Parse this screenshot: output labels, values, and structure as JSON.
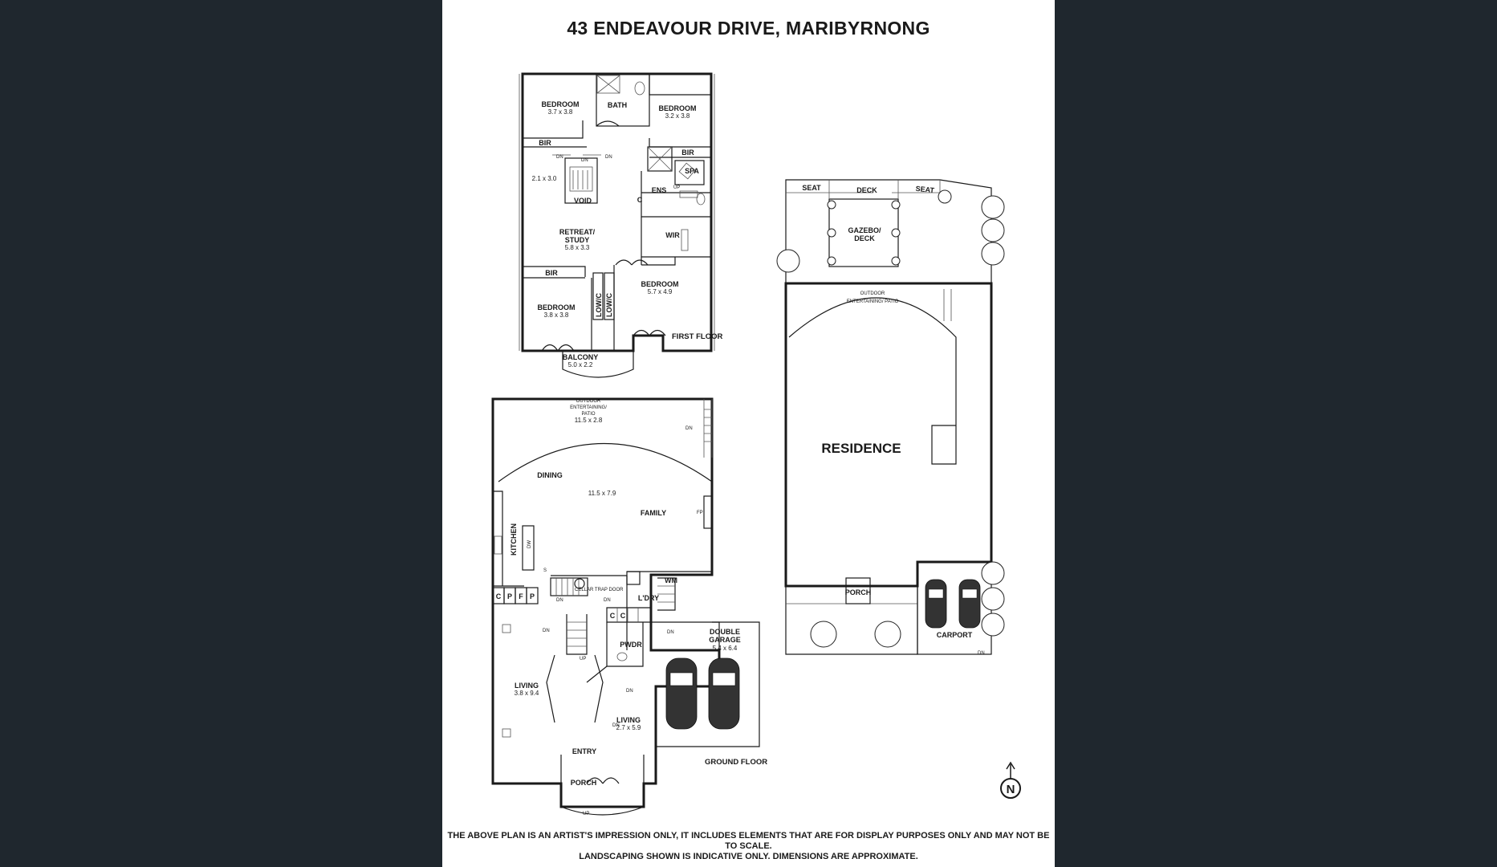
{
  "title": "43 ENDEAVOUR DRIVE, MARIBYRNONG",
  "first_floor": {
    "label": "FIRST FLOOR",
    "rooms": {
      "bedroom_nw": {
        "name": "BEDROOM",
        "dim": "3.7 x 3.8"
      },
      "bath": {
        "name": "BATH"
      },
      "bedroom_ne": {
        "name": "BEDROOM",
        "dim": "3.2 x 3.8"
      },
      "bir1": {
        "name": "BIR"
      },
      "bir2": {
        "name": "BIR"
      },
      "bir3": {
        "name": "BIR"
      },
      "spa": {
        "name": "SPA"
      },
      "hall_dim": "2.1 x 3.0",
      "void": {
        "name": "VOID"
      },
      "ens": {
        "name": "ENS"
      },
      "c": {
        "name": "C"
      },
      "wir": {
        "name": "WIR"
      },
      "retreat": {
        "name1": "RETREAT/",
        "name2": "STUDY",
        "dim": "5.8 x 3.3"
      },
      "bedroom_sw": {
        "name": "BEDROOM",
        "dim": "3.8 x 3.8"
      },
      "lowc1": {
        "name": "LOW/C"
      },
      "lowc2": {
        "name": "LOW/C"
      },
      "bedroom_se": {
        "name": "BEDROOM",
        "dim": "5.7 x 4.9"
      },
      "balcony": {
        "name": "BALCONY",
        "dim": "5.0 x 2.2"
      }
    },
    "dn1": "DN",
    "dn2": "DN",
    "dn3": "DN",
    "up": "UP"
  },
  "ground_floor": {
    "label": "GROUND FLOOR",
    "rooms": {
      "outdoor": {
        "name1": "OUTDOOR",
        "name2": "ENTERTAINING/",
        "name3": "PATIO",
        "dim": "11.5 x 2.8"
      },
      "dining": {
        "name": "DINING"
      },
      "main_dim": "11.5 x 7.9",
      "family": {
        "name": "FAMILY"
      },
      "fp": "FP",
      "kitchen": {
        "name": "KITCHEN"
      },
      "dw": "DW",
      "wm": {
        "name": "WM"
      },
      "ldry": {
        "name": "L'DRY"
      },
      "c1": "C",
      "p1": "P",
      "f1": "F",
      "p2": "P",
      "c2": "C",
      "c3": "C",
      "pwdr": {
        "name": "PWDR"
      },
      "garage": {
        "name1": "DOUBLE",
        "name2": "GARAGE",
        "dim": "5.4 x 6.4"
      },
      "living_w": {
        "name": "LIVING",
        "dim": "3.8 x 9.4"
      },
      "living_e": {
        "name": "LIVING",
        "dim": "2.7 x 5.9"
      },
      "entry": {
        "name": "ENTRY"
      },
      "porch": {
        "name": "PORCH"
      },
      "cellar": "CELLAR TRAP DOOR"
    },
    "dn": [
      "DN",
      "DN",
      "DN",
      "DN",
      "DN",
      "DN",
      "DN"
    ],
    "up": [
      "UP",
      "UP"
    ],
    "s": "S"
  },
  "site": {
    "seat1": "SEAT",
    "deck": "DECK",
    "seat2": "SEAT",
    "gazebo1": "GAZEBO/",
    "gazebo2": "DECK",
    "outdoor1": "OUTDOOR",
    "outdoor2": "ENTERTAINING/ PATIO",
    "residence": "RESIDENCE",
    "porch": "PORCH",
    "carport": "CARPORT",
    "dn": "DN"
  },
  "compass": "N",
  "disclaimer": {
    "line1": "THE ABOVE PLAN IS AN ARTIST'S IMPRESSION ONLY, IT INCLUDES ELEMENTS THAT ARE FOR DISPLAY PURPOSES ONLY AND MAY NOT BE TO SCALE.",
    "line2": "LANDSCAPING SHOWN IS INDICATIVE ONLY. DIMENSIONS ARE APPROXIMATE."
  },
  "colors": {
    "background": "#1f272e",
    "sheet": "#ffffff",
    "ink": "#1a1a1a"
  }
}
